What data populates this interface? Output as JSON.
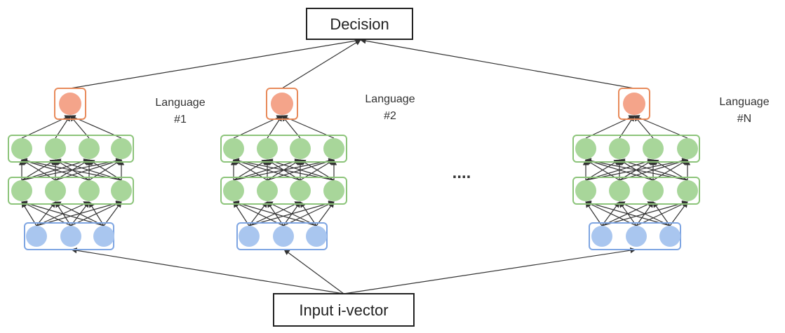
{
  "decision_label": "Decision",
  "input_label": "Input i-vector",
  "ellipsis": "....",
  "networks": [
    {
      "line1": "Language",
      "line2": "#1"
    },
    {
      "line1": "Language",
      "line2": "#2"
    },
    {
      "line1": "Language",
      "line2": "#N"
    }
  ],
  "colors": {
    "output_fill": "#f4a48a",
    "output_border": "#e88a5a",
    "hidden_fill": "#a8d69a",
    "hidden_border": "#8cc47a",
    "input_fill": "#a9c6ef",
    "input_border": "#7ea5e2"
  }
}
